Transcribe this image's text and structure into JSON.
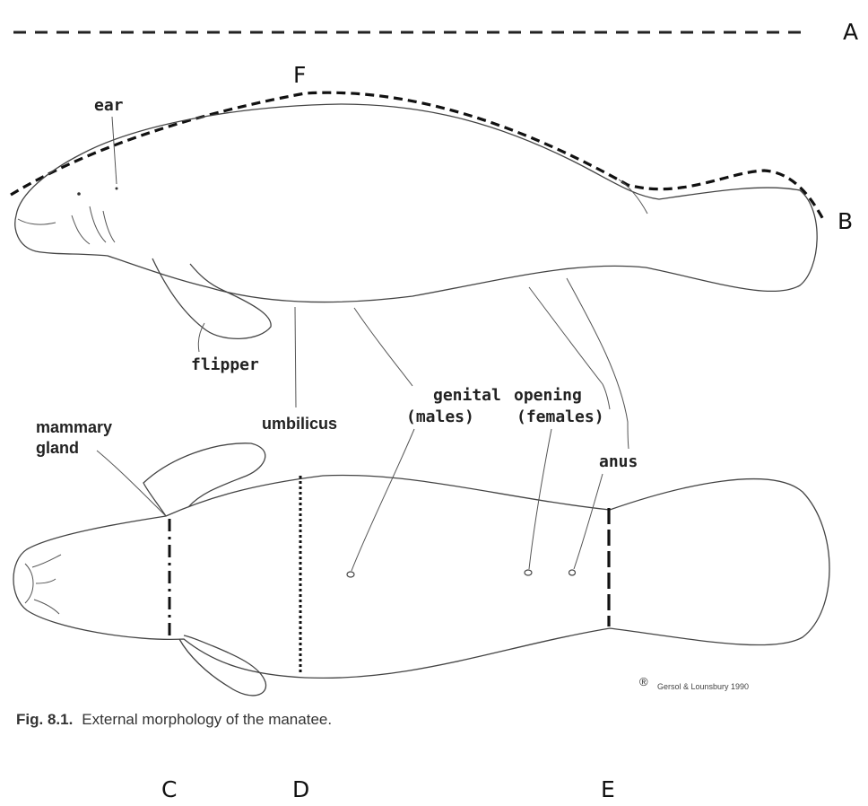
{
  "letters": {
    "a": "A",
    "b": "B",
    "c": "C",
    "d": "D",
    "e": "E",
    "f": "F"
  },
  "labels": {
    "ear": "ear",
    "flipper": "flipper",
    "mammary_line1": "mammary",
    "mammary_line2": "gland",
    "umbilicus": "umbilicus",
    "genital": "genital",
    "males": "(males)",
    "opening": "opening",
    "females": "(females)",
    "anus": "anus"
  },
  "caption": {
    "number": "Fig. 8.1.",
    "text": "External morphology of the manatee."
  },
  "credit": {
    "symbol": "®",
    "text": "Gersol & Lounsbury 1990"
  },
  "colors": {
    "ink": "#222222",
    "line": "#444444",
    "background": "#ffffff"
  }
}
